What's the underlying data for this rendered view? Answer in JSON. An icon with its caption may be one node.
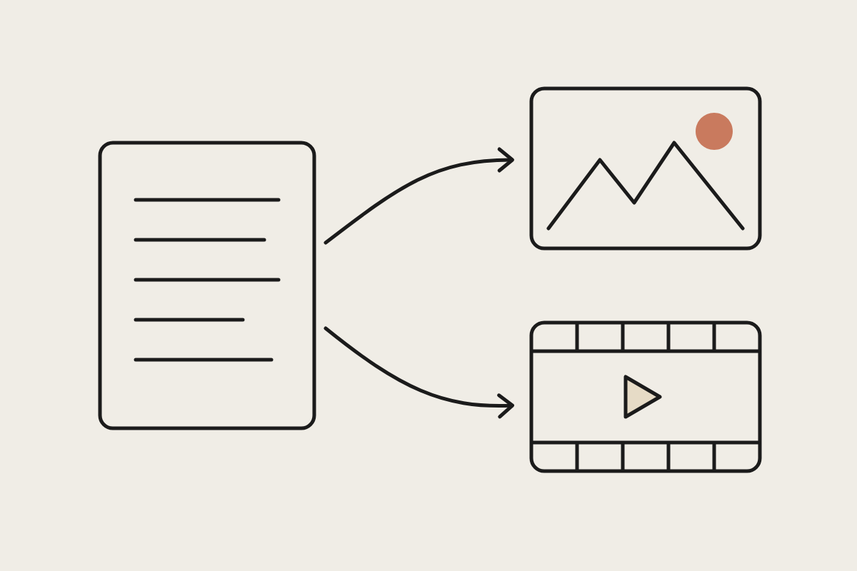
{
  "diagram": {
    "nodes": [
      {
        "text": [],
        "shape": "document"
      },
      {
        "text": [],
        "shape": "picture"
      },
      {
        "text": [],
        "shape": "film"
      }
    ],
    "edges": [
      {
        "from": 0,
        "to": 1,
        "arrow": "to"
      },
      {
        "from": 0,
        "to": 2,
        "arrow": "to"
      }
    ]
  }
}
